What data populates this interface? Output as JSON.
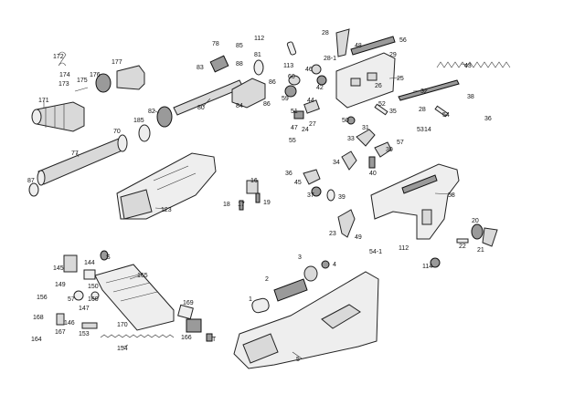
{
  "diagram": {
    "title": "",
    "labels": [
      {
        "id": "p172",
        "text": "172"
      },
      {
        "id": "p174",
        "text": "174"
      },
      {
        "id": "p173",
        "text": "173"
      },
      {
        "id": "p175",
        "text": "175"
      },
      {
        "id": "p176",
        "text": "176"
      },
      {
        "id": "p177",
        "text": "177"
      },
      {
        "id": "p171",
        "text": "171"
      },
      {
        "id": "p70",
        "text": "70"
      },
      {
        "id": "p185",
        "text": "185"
      },
      {
        "id": "p77",
        "text": "77"
      },
      {
        "id": "p87",
        "text": "87"
      },
      {
        "id": "p82",
        "text": "82"
      },
      {
        "id": "p80",
        "text": "80"
      },
      {
        "id": "p78",
        "text": "78"
      },
      {
        "id": "p85",
        "text": "85"
      },
      {
        "id": "p83",
        "text": "83"
      },
      {
        "id": "p88",
        "text": "88"
      },
      {
        "id": "p81",
        "text": "81"
      },
      {
        "id": "p84",
        "text": "84"
      },
      {
        "id": "p86a",
        "text": "86"
      },
      {
        "id": "p86b",
        "text": "86"
      },
      {
        "id": "p112a",
        "text": "112"
      },
      {
        "id": "p113",
        "text": "113"
      },
      {
        "id": "p60",
        "text": "60"
      },
      {
        "id": "p59",
        "text": "59"
      },
      {
        "id": "p46",
        "text": "46"
      },
      {
        "id": "p42",
        "text": "42"
      },
      {
        "id": "p28a",
        "text": "28"
      },
      {
        "id": "p28b",
        "text": "28-1"
      },
      {
        "id": "p48",
        "text": "48"
      },
      {
        "id": "p56",
        "text": "56"
      },
      {
        "id": "p29",
        "text": "29"
      },
      {
        "id": "p26",
        "text": "26"
      },
      {
        "id": "p43",
        "text": "43"
      },
      {
        "id": "p25",
        "text": "25"
      },
      {
        "id": "p32",
        "text": "32"
      },
      {
        "id": "p38",
        "text": "38"
      },
      {
        "id": "p44",
        "text": "44"
      },
      {
        "id": "p51",
        "text": "51"
      },
      {
        "id": "p27",
        "text": "27"
      },
      {
        "id": "p47",
        "text": "47"
      },
      {
        "id": "p24",
        "text": "24"
      },
      {
        "id": "p55",
        "text": "55"
      },
      {
        "id": "p50",
        "text": "50"
      },
      {
        "id": "p52",
        "text": "52"
      },
      {
        "id": "p35",
        "text": "35"
      },
      {
        "id": "p28c",
        "text": "28"
      },
      {
        "id": "p54a",
        "text": "54"
      },
      {
        "id": "p36a",
        "text": "36"
      },
      {
        "id": "p31",
        "text": "31"
      },
      {
        "id": "p53",
        "text": "53"
      },
      {
        "id": "p14",
        "text": "14"
      },
      {
        "id": "p57",
        "text": "57"
      },
      {
        "id": "p33",
        "text": "33"
      },
      {
        "id": "p30",
        "text": "30"
      },
      {
        "id": "p34",
        "text": "34"
      },
      {
        "id": "p40",
        "text": "40"
      },
      {
        "id": "p36b",
        "text": "36"
      },
      {
        "id": "p45",
        "text": "45"
      },
      {
        "id": "p37",
        "text": "37"
      },
      {
        "id": "p39",
        "text": "39"
      },
      {
        "id": "p16",
        "text": "16"
      },
      {
        "id": "p19",
        "text": "19"
      },
      {
        "id": "p18",
        "text": "18"
      },
      {
        "id": "p17",
        "text": "17"
      },
      {
        "id": "p123",
        "text": "123"
      },
      {
        "id": "p58",
        "text": "58"
      },
      {
        "id": "p20",
        "text": "20"
      },
      {
        "id": "p23",
        "text": "23"
      },
      {
        "id": "p49",
        "text": "49"
      },
      {
        "id": "p54b",
        "text": "54-1"
      },
      {
        "id": "p112b",
        "text": "112"
      },
      {
        "id": "p22",
        "text": "22"
      },
      {
        "id": "p21",
        "text": "21"
      },
      {
        "id": "p114",
        "text": "114"
      },
      {
        "id": "p145",
        "text": "145"
      },
      {
        "id": "p144",
        "text": "144"
      },
      {
        "id": "pS",
        "text": "S"
      },
      {
        "id": "p165",
        "text": "165"
      },
      {
        "id": "p149",
        "text": "149"
      },
      {
        "id": "p150",
        "text": "150"
      },
      {
        "id": "p156",
        "text": "156"
      },
      {
        "id": "p57b",
        "text": "57"
      },
      {
        "id": "p160",
        "text": "160"
      },
      {
        "id": "p147",
        "text": "147"
      },
      {
        "id": "p168",
        "text": "168"
      },
      {
        "id": "p146",
        "text": "146"
      },
      {
        "id": "p167",
        "text": "167"
      },
      {
        "id": "p164",
        "text": "164"
      },
      {
        "id": "p153",
        "text": "153"
      },
      {
        "id": "p169",
        "text": "169"
      },
      {
        "id": "p170",
        "text": "170"
      },
      {
        "id": "p166",
        "text": "166"
      },
      {
        "id": "pT",
        "text": "T"
      },
      {
        "id": "p154",
        "text": "154"
      },
      {
        "id": "p1",
        "text": "1"
      },
      {
        "id": "p2",
        "text": "2"
      },
      {
        "id": "p3",
        "text": "3"
      },
      {
        "id": "p4",
        "text": "4"
      },
      {
        "id": "p5",
        "text": "5"
      }
    ]
  }
}
